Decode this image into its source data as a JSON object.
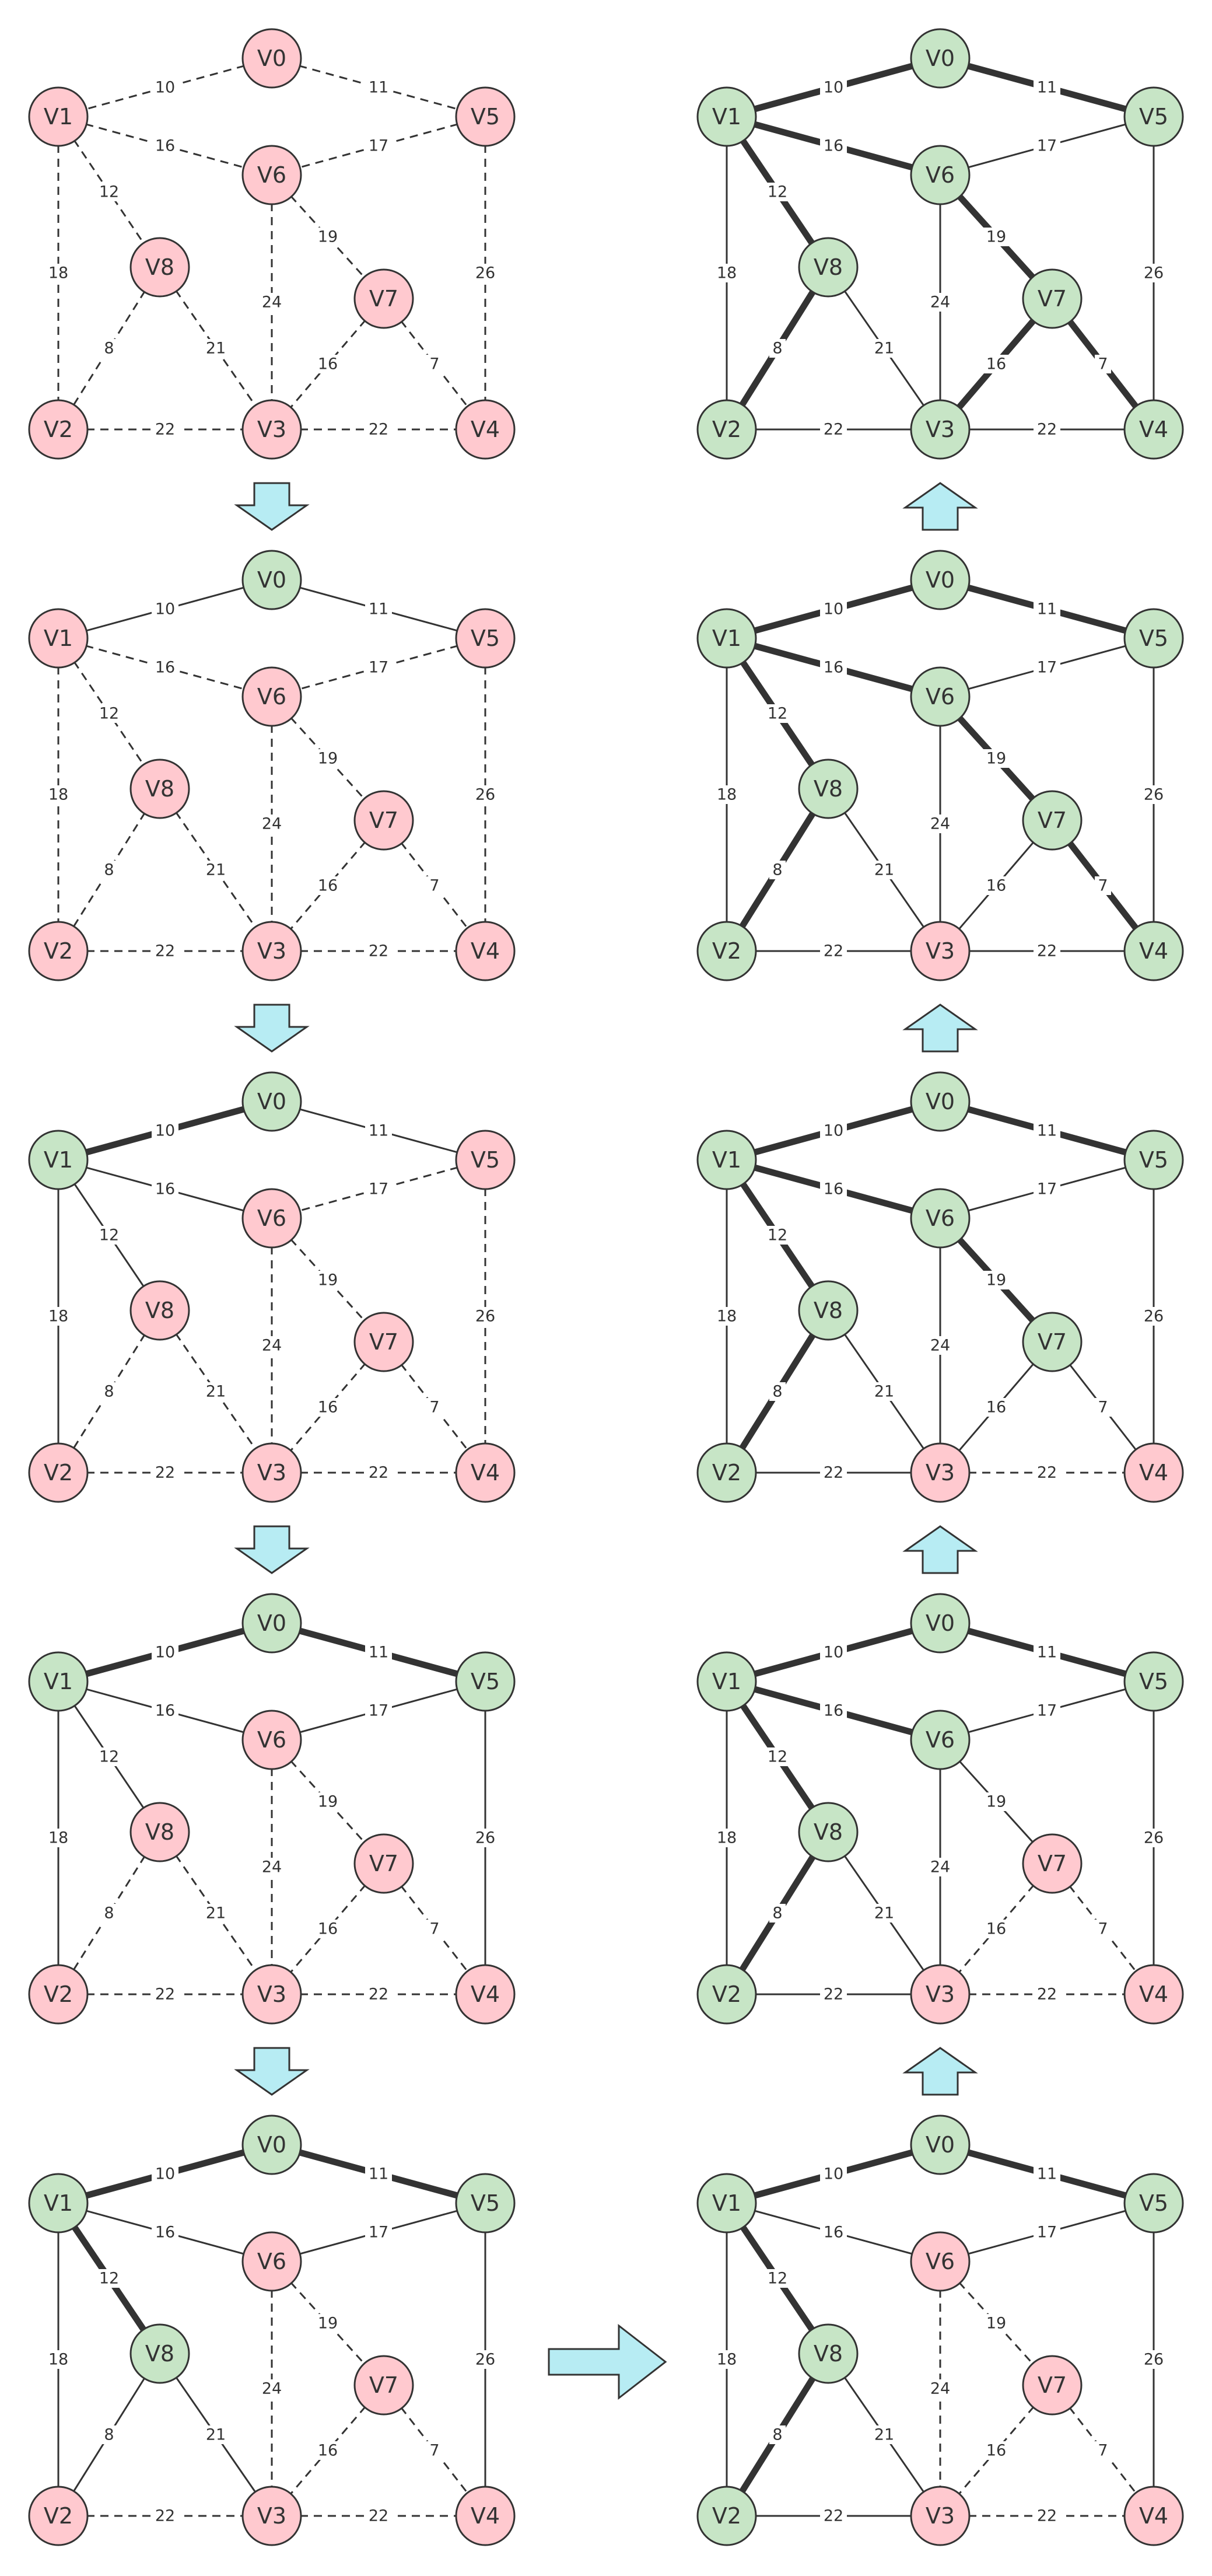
{
  "colors": {
    "unvisited_fill": "#ffc9cf",
    "visited_fill": "#c7e5c6",
    "stroke": "#333333",
    "arrow_fill": "#b7ecf3"
  },
  "graph": {
    "nodes": [
      "V0",
      "V1",
      "V2",
      "V3",
      "V4",
      "V5",
      "V6",
      "V7",
      "V8"
    ],
    "edges": [
      {
        "u": "V0",
        "v": "V1",
        "w": "10"
      },
      {
        "u": "V0",
        "v": "V5",
        "w": "11"
      },
      {
        "u": "V1",
        "v": "V6",
        "w": "16"
      },
      {
        "u": "V5",
        "v": "V6",
        "w": "17"
      },
      {
        "u": "V1",
        "v": "V8",
        "w": "12"
      },
      {
        "u": "V1",
        "v": "V2",
        "w": "18"
      },
      {
        "u": "V5",
        "v": "V4",
        "w": "26"
      },
      {
        "u": "V6",
        "v": "V7",
        "w": "19"
      },
      {
        "u": "V6",
        "v": "V3",
        "w": "24"
      },
      {
        "u": "V8",
        "v": "V2",
        "w": "8"
      },
      {
        "u": "V8",
        "v": "V3",
        "w": "21"
      },
      {
        "u": "V7",
        "v": "V3",
        "w": "16"
      },
      {
        "u": "V7",
        "v": "V4",
        "w": "7"
      },
      {
        "u": "V2",
        "v": "V3",
        "w": "22"
      },
      {
        "u": "V3",
        "v": "V4",
        "w": "22"
      }
    ]
  },
  "steps": [
    {
      "step": 1,
      "visited": [],
      "bold": [],
      "solid": []
    },
    {
      "step": 2,
      "visited": [
        "V0"
      ],
      "bold": [],
      "solid": [
        "V0-V1",
        "V0-V5"
      ]
    },
    {
      "step": 3,
      "visited": [
        "V0",
        "V1"
      ],
      "bold": [
        "V0-V1"
      ],
      "solid": [
        "V0-V5",
        "V1-V6",
        "V1-V8",
        "V1-V2"
      ]
    },
    {
      "step": 4,
      "visited": [
        "V0",
        "V1",
        "V5"
      ],
      "bold": [
        "V0-V1",
        "V0-V5"
      ],
      "solid": [
        "V1-V6",
        "V5-V6",
        "V1-V8",
        "V1-V2",
        "V5-V4"
      ]
    },
    {
      "step": 5,
      "visited": [
        "V0",
        "V1",
        "V5",
        "V8"
      ],
      "bold": [
        "V0-V1",
        "V0-V5",
        "V1-V8"
      ],
      "solid": [
        "V1-V6",
        "V5-V6",
        "V1-V2",
        "V5-V4",
        "V8-V2",
        "V8-V3"
      ]
    },
    {
      "step": 6,
      "visited": [
        "V0",
        "V1",
        "V5",
        "V8",
        "V2"
      ],
      "bold": [
        "V0-V1",
        "V0-V5",
        "V1-V8",
        "V8-V2"
      ],
      "solid": [
        "V1-V6",
        "V5-V6",
        "V1-V2",
        "V5-V4",
        "V8-V3",
        "V2-V3"
      ]
    },
    {
      "step": 7,
      "visited": [
        "V0",
        "V1",
        "V5",
        "V8",
        "V2",
        "V6"
      ],
      "bold": [
        "V0-V1",
        "V0-V5",
        "V1-V8",
        "V8-V2",
        "V1-V6"
      ],
      "solid": [
        "V5-V6",
        "V1-V2",
        "V5-V4",
        "V8-V3",
        "V2-V3",
        "V6-V7",
        "V6-V3"
      ]
    },
    {
      "step": 8,
      "visited": [
        "V0",
        "V1",
        "V5",
        "V8",
        "V2",
        "V6",
        "V7"
      ],
      "bold": [
        "V0-V1",
        "V0-V5",
        "V1-V8",
        "V8-V2",
        "V1-V6",
        "V6-V7"
      ],
      "solid": [
        "V5-V6",
        "V1-V2",
        "V5-V4",
        "V8-V3",
        "V2-V3",
        "V6-V3",
        "V7-V3",
        "V7-V4"
      ]
    },
    {
      "step": 9,
      "visited": [
        "V0",
        "V1",
        "V5",
        "V8",
        "V2",
        "V6",
        "V7",
        "V4"
      ],
      "bold": [
        "V0-V1",
        "V0-V5",
        "V1-V8",
        "V8-V2",
        "V1-V6",
        "V6-V7",
        "V7-V4"
      ],
      "solid": [
        "V5-V6",
        "V1-V2",
        "V5-V4",
        "V8-V3",
        "V2-V3",
        "V6-V3",
        "V7-V3",
        "V3-V4"
      ]
    },
    {
      "step": 10,
      "visited": [
        "V0",
        "V1",
        "V5",
        "V8",
        "V2",
        "V6",
        "V7",
        "V4",
        "V3"
      ],
      "bold": [
        "V0-V1",
        "V0-V5",
        "V1-V8",
        "V8-V2",
        "V1-V6",
        "V6-V7",
        "V7-V4",
        "V7-V3"
      ],
      "solid": [
        "V5-V6",
        "V1-V2",
        "V5-V4",
        "V8-V3",
        "V2-V3",
        "V6-V3",
        "V3-V4"
      ]
    }
  ],
  "arrows": [
    {
      "from": 1,
      "to": 2,
      "direction": "down"
    },
    {
      "from": 2,
      "to": 3,
      "direction": "down"
    },
    {
      "from": 3,
      "to": 4,
      "direction": "down"
    },
    {
      "from": 4,
      "to": 5,
      "direction": "down"
    },
    {
      "from": 5,
      "to": 6,
      "direction": "right"
    },
    {
      "from": 6,
      "to": 7,
      "direction": "up"
    },
    {
      "from": 7,
      "to": 8,
      "direction": "up"
    },
    {
      "from": 8,
      "to": 9,
      "direction": "up"
    },
    {
      "from": 9,
      "to": 10,
      "direction": "up"
    }
  ]
}
